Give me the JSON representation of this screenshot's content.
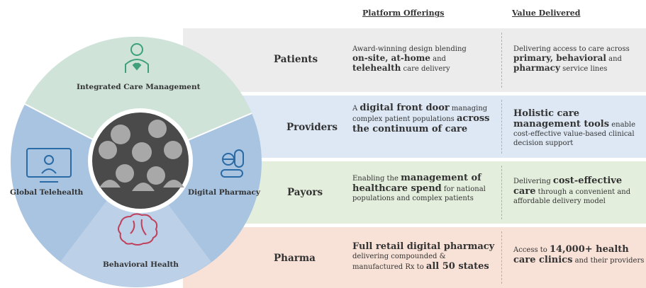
{
  "headers": {
    "platform": "Platform Offerings",
    "value": "Value Delivered"
  },
  "segments": {
    "top": "Integrated Care Management",
    "left": "Global Telehealth",
    "right": "Digital Pharmacy",
    "bottom": "Behavioral Health"
  },
  "rows": [
    {
      "label": "Patients",
      "platform": {
        "p1": "Award-winning design blending",
        "b1": "on-site, at-home",
        "p2": " and",
        "b2": "telehealth",
        "p3": " care delivery"
      },
      "value": {
        "p1": "Delivering access to care across",
        "b1": "primary, behavioral",
        "p2": " and",
        "b2": "pharmacy",
        "p3": " service lines"
      }
    },
    {
      "label": "Providers",
      "platform": {
        "p1": "A ",
        "b1": "digital front door",
        "p2": " managing complex patient populations",
        "b2": "across the continuum of care"
      },
      "value": {
        "b1": "Holistic care management tools",
        "p1": " enable cost-effective value-based clinical decision support"
      }
    },
    {
      "label": "Payors",
      "platform": {
        "p1": "Enabling the ",
        "b1": "management of healthcare spend",
        "p2": " for national populations and complex patients"
      },
      "value": {
        "p1": "Delivering ",
        "b1": "cost-effective care",
        "p2": " through a convenient and affordable delivery model"
      }
    },
    {
      "label": "Pharma",
      "platform": {
        "b1": "Full retail digital pharmacy",
        "p1": " delivering compounded & manufactured Rx to ",
        "b2": "all 50 states"
      },
      "value": {
        "p1": "Access to ",
        "b1": "14,000+ health care clinics",
        "p2": " and their providers"
      }
    }
  ],
  "colors": {
    "top_segment": "#cfe3d9",
    "side_segments": "#a9c4e0",
    "bottom_segment": "#bcd0e8",
    "row_patients": "#ececec",
    "row_providers": "#dde8f4",
    "row_payors": "#e4eedd",
    "row_pharma": "#f8e1d6",
    "icon_green": "#3fa07c",
    "icon_blue": "#2a6aa5",
    "icon_red": "#c0405a"
  }
}
